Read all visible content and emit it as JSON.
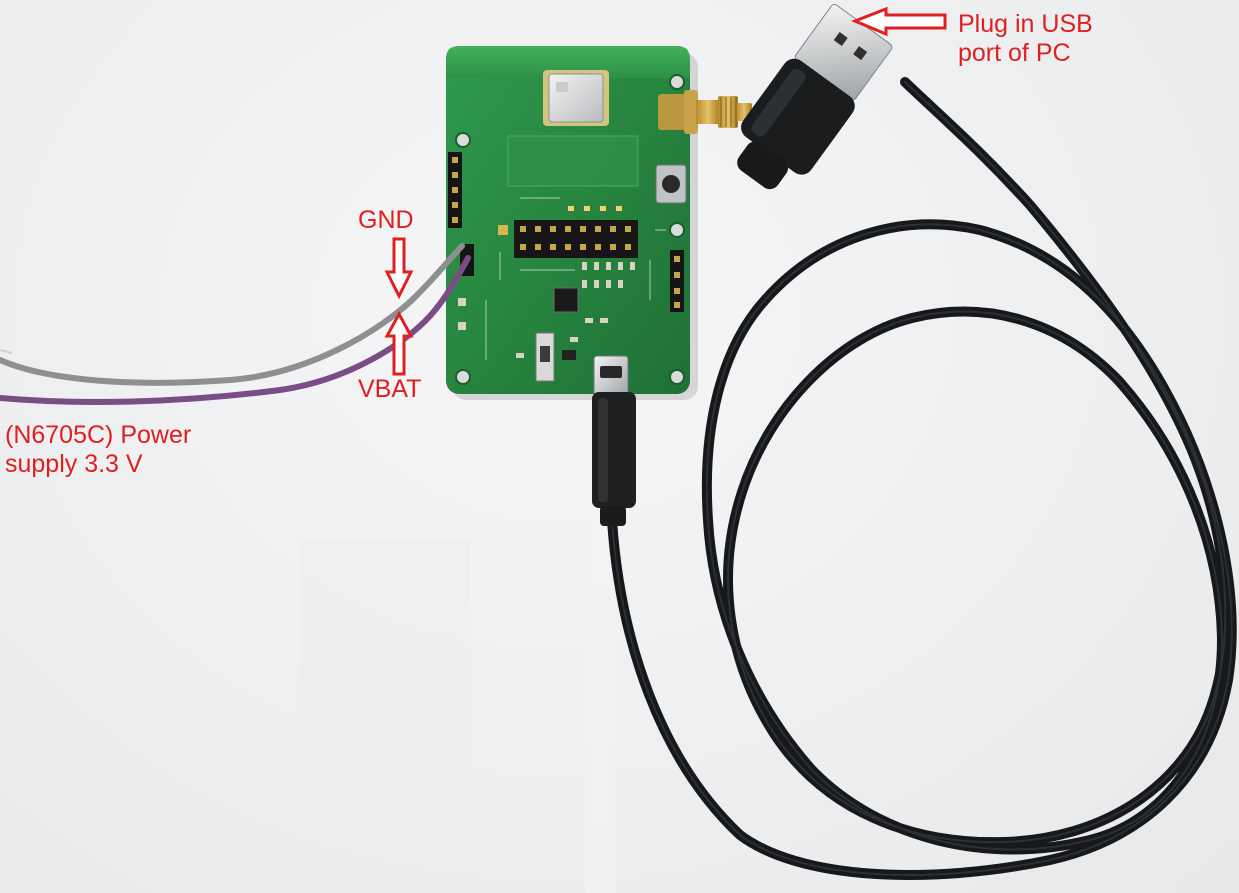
{
  "annotations": {
    "usb": {
      "line1": "Plug in USB",
      "line2": "port of PC"
    },
    "gnd": "GND",
    "vbat": "VBAT",
    "power": {
      "line1": "(N6705C) Power",
      "line2": "supply 3.3 V"
    }
  },
  "colors": {
    "annotation": "#e02020",
    "pcb": "#2c8a47",
    "cable": "#18191b",
    "wire_gray": "#8e8f91",
    "wire_purple": "#7a4d86"
  },
  "objects": [
    "green-pcb-board",
    "sma-antenna-connector",
    "rf-shield-module",
    "usb-a-plug",
    "micro-usb-plug",
    "usb-cable",
    "gray-gnd-wire",
    "purple-vbat-wire",
    "red-arrow-icon"
  ]
}
